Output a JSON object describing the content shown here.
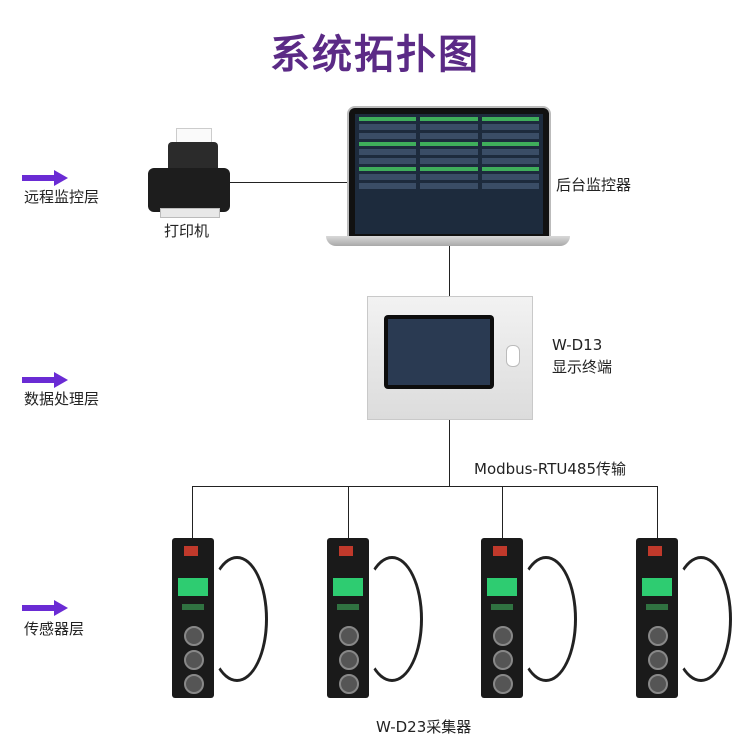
{
  "title": "系统拓扑图",
  "layers": [
    {
      "label": "远程监控层"
    },
    {
      "label": "数据处理层"
    },
    {
      "label": "传感器层"
    }
  ],
  "nodes": {
    "printer": {
      "label": "打印机"
    },
    "monitor": {
      "label": "后台监控器"
    },
    "terminal": {
      "label_line1": "W-D13",
      "label_line2": "显示终端"
    },
    "bus": {
      "label": "Modbus-RTU485传输"
    },
    "collectors": {
      "label": "W-D23采集器",
      "count": 4
    }
  },
  "colors": {
    "title": "#5b2a86",
    "arrow": "#6a2bd4",
    "line": "#222222"
  },
  "icons": [
    "arrow-right-icon",
    "printer-icon",
    "laptop-icon",
    "display-terminal-icon",
    "collector-device-icon"
  ]
}
